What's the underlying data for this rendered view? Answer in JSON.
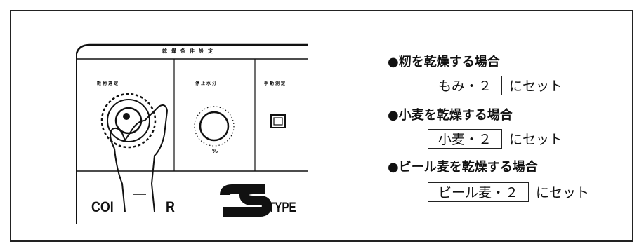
{
  "panel": {
    "title": "乾燥条件設定",
    "left_label": "穀物選定",
    "middle_label": "停止水分",
    "right_label": "手動測定",
    "moisture_unit": "%",
    "brand_left": "COI",
    "brand_right": "R",
    "type_letter": "S",
    "type_label": "TYPE"
  },
  "instructions": [
    {
      "heading": "●籾を乾燥する場合",
      "value": "もみ・２",
      "suffix": "にセット"
    },
    {
      "heading": "●小麦を乾燥する場合",
      "value": "小麦・２",
      "suffix": "にセット"
    },
    {
      "heading": "●ビール麦を乾燥する場合",
      "value": "ビール麦・２",
      "suffix": "にセット"
    }
  ]
}
